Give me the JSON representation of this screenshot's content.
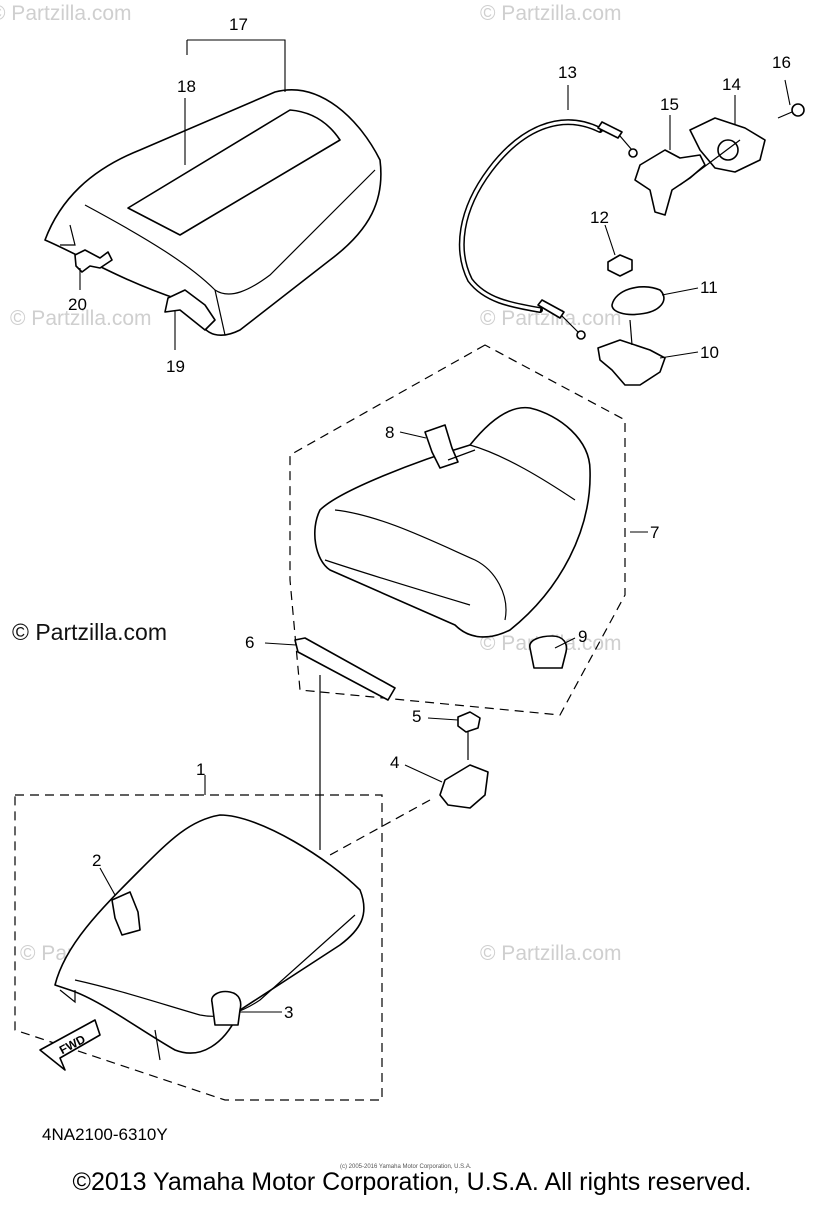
{
  "diagram": {
    "code": "4NA2100-6310Y",
    "copyright": "©2013 Yamaha Motor Corporation, U.S.A. All rights reserved.",
    "small_copyright": "(c) 2005-2016 Yamaha Motor Corporation, U.S.A.",
    "fwd_label": "FWD",
    "watermark": "© Partzilla.com",
    "callouts": [
      "1",
      "2",
      "3",
      "4",
      "5",
      "6",
      "7",
      "8",
      "9",
      "10",
      "11",
      "12",
      "13",
      "14",
      "15",
      "16",
      "17",
      "18",
      "19",
      "20"
    ]
  }
}
